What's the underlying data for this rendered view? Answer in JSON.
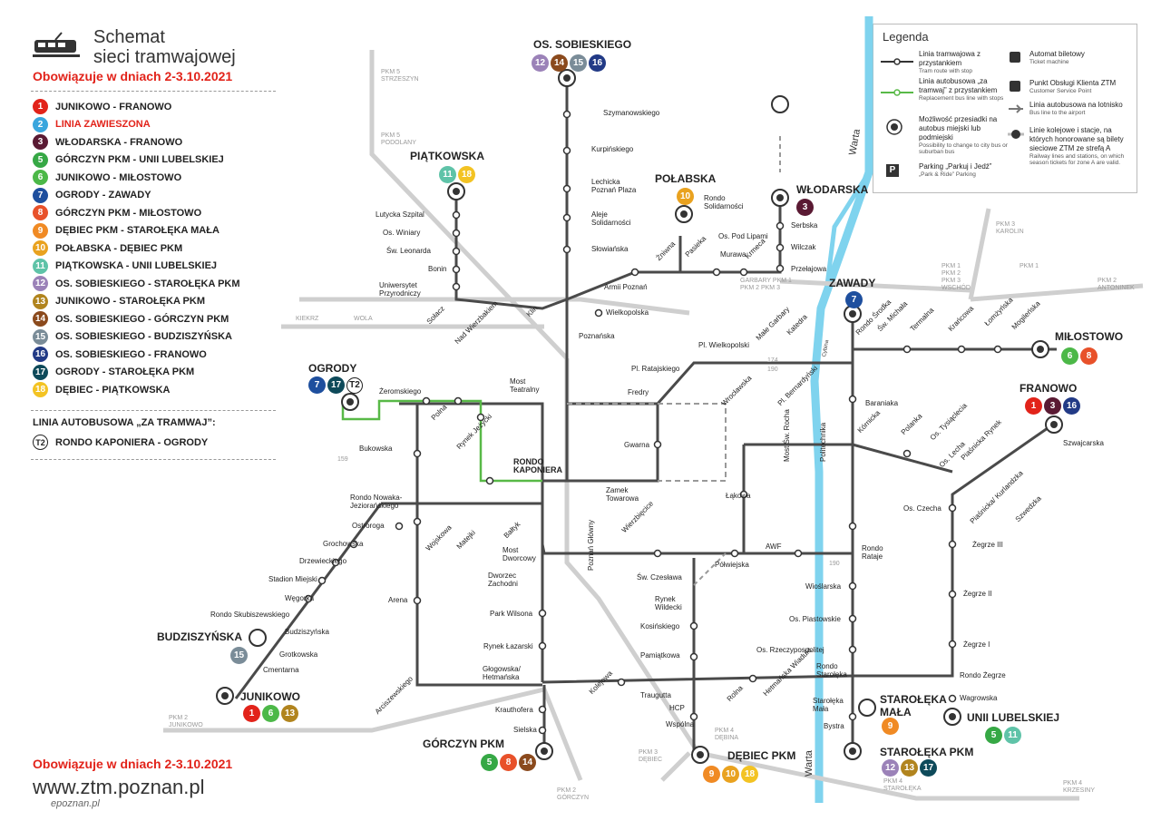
{
  "header": {
    "title_line1": "Schemat",
    "title_line2": "sieci tramwajowej",
    "validity": "Obowiązuje w dniach 2-3.10.2021"
  },
  "lines": [
    {
      "num": "1",
      "name": "JUNIKOWO - FRANOWO",
      "color": "#e2231a"
    },
    {
      "num": "2",
      "name": "LINIA ZAWIESZONA",
      "color": "#3aa6dd"
    },
    {
      "num": "3",
      "name": "WŁODARSKA - FRANOWO",
      "color": "#5a1a33"
    },
    {
      "num": "5",
      "name": "GÓRCZYN PKM - UNII LUBELSKIEJ",
      "color": "#36a845"
    },
    {
      "num": "6",
      "name": "JUNIKOWO - MIŁOSTOWO",
      "color": "#4cb848"
    },
    {
      "num": "7",
      "name": "OGRODY - ZAWADY",
      "color": "#1e4f9e"
    },
    {
      "num": "8",
      "name": "GÓRCZYN PKM - MIŁOSTOWO",
      "color": "#e8512a"
    },
    {
      "num": "9",
      "name": "DĘBIEC PKM - STAROŁĘKA MAŁA",
      "color": "#f08a24"
    },
    {
      "num": "10",
      "name": "POŁABSKA - DĘBIEC PKM",
      "color": "#e9a21f"
    },
    {
      "num": "11",
      "name": "PIĄTKOWSKA - UNII LUBELSKIEJ",
      "color": "#5fc3a8"
    },
    {
      "num": "12",
      "name": "OS. SOBIESKIEGO - STAROŁĘKA PKM",
      "color": "#9b82b8"
    },
    {
      "num": "13",
      "name": "JUNIKOWO - STAROŁĘKA PKM",
      "color": "#b1841e"
    },
    {
      "num": "14",
      "name": "OS. SOBIESKIEGO - GÓRCZYN PKM",
      "color": "#8b4a1d"
    },
    {
      "num": "15",
      "name": "OS. SOBIESKIEGO - BUDZISZYŃSKA",
      "color": "#7a8c98"
    },
    {
      "num": "16",
      "name": "OS. SOBIESKIEGO - FRANOWO",
      "color": "#223a86"
    },
    {
      "num": "17",
      "name": "OGRODY - STAROŁĘKA PKM",
      "color": "#0e4a5a"
    },
    {
      "num": "18",
      "name": "DĘBIEC - PIĄTKOWSKA",
      "color": "#f3c323"
    }
  ],
  "bus_line": {
    "heading": "LINIA AUTOBUSOWA „ZA TRAMWAJ”:",
    "num": "T2",
    "name": "RONDO KAPONIERA - OGRODY"
  },
  "legend": {
    "title": "Legenda",
    "items": [
      {
        "label": "Linia tramwajowa z przystankiem",
        "sub": "Tram route with stop"
      },
      {
        "label": "Linia autobusowa „za tramwaj” z przystankiem",
        "sub": "Replacement bus line with stops"
      },
      {
        "label": "Możliwość przesiadki na autobus miejski lub podmiejski",
        "sub": "Possibility to change to city bus or suburban bus"
      },
      {
        "label": "Parking „Parkuj i Jedź”",
        "sub": "„Park & Ride” Parking"
      },
      {
        "label": "Automat biletowy",
        "sub": "Ticket machine"
      },
      {
        "label": "Punkt Obsługi Klienta ZTM",
        "sub": "Customer Service Point"
      },
      {
        "label": "Linia autobusowa na lotnisko",
        "sub": "Bus line to the airport"
      },
      {
        "label": "Linie kolejowe i stacje, na których honorowane są bilety sieciowe ZTM ze strefą A",
        "sub": "Railway lines and stations, on which season tickets for zone A are valid."
      }
    ]
  },
  "terminals": {
    "os_sobieskiego": {
      "name": "OS. SOBIESKIEGO",
      "lines": [
        "12",
        "14",
        "15",
        "16"
      ]
    },
    "piatkowska": {
      "name": "PIĄTKOWSKA",
      "lines": [
        "11",
        "18"
      ]
    },
    "polabska": {
      "name": "POŁABSKA",
      "lines": [
        "10"
      ]
    },
    "wlodarska": {
      "name": "WŁODARSKA",
      "lines": [
        "3"
      ]
    },
    "zawady": {
      "name": "ZAWADY",
      "lines": [
        "7"
      ]
    },
    "milostowo": {
      "name": "MIŁOSTOWO",
      "lines": [
        "6",
        "8"
      ]
    },
    "franowo": {
      "name": "FRANOWO",
      "lines": [
        "1",
        "3",
        "16"
      ]
    },
    "ogrody": {
      "name": "OGRODY",
      "lines": [
        "7",
        "17",
        "T2"
      ]
    },
    "budziszynska": {
      "name": "BUDZISZYŃSKA",
      "lines": [
        "15"
      ]
    },
    "junikowo": {
      "name": "JUNIKOWO",
      "lines": [
        "1",
        "6",
        "13"
      ]
    },
    "gorczyn": {
      "name": "GÓRCZYN PKM",
      "lines": [
        "5",
        "8",
        "14"
      ]
    },
    "debiec": {
      "name": "DĘBIEC PKM",
      "lines": [
        "9",
        "10",
        "18"
      ]
    },
    "staroleka_mala": {
      "name": "STAROŁĘKA MAŁA",
      "lines": [
        "9"
      ]
    },
    "unii": {
      "name": "UNII LUBELSKIEJ",
      "lines": [
        "5",
        "11"
      ]
    },
    "staroleka_pkm": {
      "name": "STAROŁĘKA PKM",
      "lines": [
        "12",
        "13",
        "17"
      ]
    }
  },
  "stops": {
    "szymanowskiego": "Szymanowskiego",
    "kurpinskiego": "Kurpińskiego",
    "lechicka": "Lechicka Poznań Plaza",
    "aleje": "Aleje Solidarności",
    "slowianska": "Słowiańska",
    "lutycka": "Lutycka Szpital",
    "winiary": "Os. Winiary",
    "leonarda": "Św. Leonarda",
    "bonin": "Bonin",
    "uniwersytet": "Uniwersytet Przyrodniczy",
    "solacz": "Sołacz",
    "wierzbiecice": "Nad Wierzbakiem",
    "klin": "Klin",
    "armii": "Armii Poznań",
    "wielkopolska": "Wielkopolska",
    "poznanska": "Poznańska",
    "most_teatralny": "Most Teatralny",
    "fredry": "Fredry",
    "zeromskiego": "Żeromskiego",
    "polna": "Polna",
    "rynek_jezycki": "Rynek Jeżycki",
    "bukowska": "Bukowska",
    "kaponiera": "RONDO KAPONIERA",
    "gwarna": "Gwarna",
    "zamek": "Zamek Towarowa",
    "rondo_nowaka": "Rondo Nowaka-Jeziorańskiego",
    "ostroroga": "Ostroroga",
    "grochowska": "Grochowska",
    "drzewieckiego": "Drzewieckiego",
    "stadion": "Stadion Miejski",
    "wegorka": "Węgorka",
    "rondo_skubiszewskiego": "Rondo Skubiszewskiego",
    "budziszynska_stop": "Budziszyńska",
    "grotkowska": "Grotkowska",
    "cmentarna": "Cmentarna",
    "arena": "Arena",
    "wojskowa": "Wojskowa",
    "mateki": "Matejki",
    "baltyk": "Bałtyk",
    "most_dworcowy": "Most Dworcowy",
    "dworzec_zachodni": "Dworzec Zachodni",
    "poznan_glowny": "Poznań Główny",
    "park_wilsona": "Park Wilsona",
    "rynek_lazarski": "Rynek Łazarski",
    "glogowska": "Głogowska/ Hetmańska",
    "krauthofera": "Krauthofera",
    "sielska": "Sielska",
    "arciszewskiego": "Arciszewskiego",
    "kolejowa": "Kolejowa",
    "trautugga": "Traugutta",
    "hcp": "HCP",
    "wspolna": "Wspólna",
    "rolna": "Rolna",
    "hetmanska_wiadukt": "Hetmańska Wiadukt",
    "pamiatkowa": "Pamiątkowa",
    "kosinskiego": "Kosińskiego",
    "rynek_wildecki": "Rynek Wildecki",
    "sw_czeslawa": "Św. Czesława",
    "wierzbiecice2": "Wierzbięcice",
    "polwiejska": "Półwiejska",
    "awf": "AWF",
    "lakowa": "Łąkowa",
    "most_rocha": "Most Św. Rocha",
    "politechnika": "Politechnika",
    "pl_bernardynski": "Pl. Bernardyński",
    "wroclawska": "Wrocławska",
    "pl_ratajskiego": "Pl. Ratajskiego",
    "pl_wielkopolski": "Pl. Wielkopolski",
    "male_garbary": "Małe Garbary",
    "katedra": "Katedra",
    "rondo_srodka": "Rondo Środka",
    "sw_michala": "Św. Michała",
    "termalna": "Termalna",
    "krancowa": "Krańcowa",
    "lomzynska": "Łomżyńska",
    "mogilenska": "Mogileńska",
    "baraniaka": "Baraniaka",
    "kornicka": "Kórnicka",
    "polanka": "Polanka",
    "tysiaclecia": "Os. Tysiąclecia",
    "lecha": "Os. Lecha",
    "piasnicka": "Piaśnicka Rynek",
    "szwajcarska": "Szwajcarska",
    "czecha": "Os. Czecha",
    "kurlandzka": "Piaśnicka/ Kurlandzka",
    "szwedzka": "Szwedzka",
    "zegrze3": "Żegrze III",
    "zegrze2": "Żegrze II",
    "zegrze1": "Żegrze I",
    "rondo_zegrze": "Rondo Żegrze",
    "wagrowska": "Wagrowska",
    "rondo_rataje": "Rondo Rataje",
    "wioslarska": "Wioślarska",
    "piastowskie": "Os. Piastowskie",
    "rzeczypospolitej": "Os. Rzeczypospolitej",
    "rondo_staroleka": "Rondo Starołęka",
    "staroleka_mala_stop": "Starołęka Mała",
    "bystra": "Bystra",
    "serbska": "Serbska",
    "wilczak": "Wilczak",
    "przelajowa": "Przełajowa",
    "rondo_solidarnosci": "Rondo Solidarności",
    "os_pod_lipami": "Os. Pod Lipami",
    "murawa": "Murawa",
    "krmeca": "Krmeca",
    "pasieka": "Pasieka",
    "zniwna": "Żniwna"
  },
  "rail": {
    "pkm5_strzeszyn": "PKM 5 STRZESZYN",
    "pkm5_podolany": "PKM 5 PODOLANY",
    "kiekrz": "KIEKRZ",
    "wola": "WOLA",
    "pkm3_karolin": "PKM 3 KAROLIN",
    "pkm1": "PKM 1",
    "wschod": "PKM 1 PKM 2 PKM 3 WSCHÓD",
    "garbary": "GARBARY PKM 1 PKM 2 PKM 3",
    "antoninek": "PKM 2 ANTONINEK",
    "pkm2_junikowo": "PKM 2 JUNIKOWO",
    "pkm2_gorczyn": "PKM 2 GÓRCZYN",
    "pkm3_debiec": "PKM 3 DĘBIEC",
    "pkm4_debina": "PKM 4 DĘBINA",
    "pkm4_staroleka": "PKM 4 STAROŁĘKA",
    "pkm4_krzesiny": "PKM 4 KRZESINY",
    "warta": "Warta",
    "cybina": "Cybina",
    "bus159": "159",
    "bus174": "174",
    "bus190": "190",
    "bus190b": "190"
  },
  "footer": {
    "validity": "Obowiązuje w dniach 2-3.10.2021",
    "url": "www.ztm.poznan.pl",
    "watermark": "epoznan.pl"
  },
  "colors": {
    "track": "#4a4a4a",
    "bus_line": "#58b947",
    "river": "#7fd3ee",
    "red": "#e2231a"
  }
}
